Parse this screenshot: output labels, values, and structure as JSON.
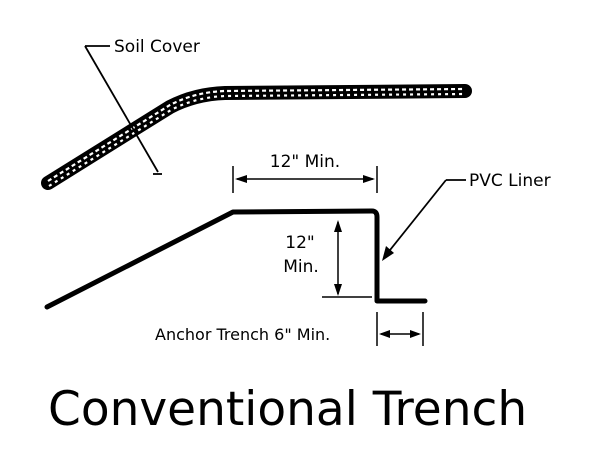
{
  "labels": {
    "soil_cover": "Soil Cover",
    "top_width": "12\" Min.",
    "pvc_liner": "PVC Liner",
    "depth_line1": "12\"",
    "depth_line2": "Min.",
    "anchor_trench": "Anchor Trench 6\" Min."
  },
  "title": "Conventional Trench",
  "colors": {
    "ink": "#000000",
    "background": "#ffffff"
  }
}
